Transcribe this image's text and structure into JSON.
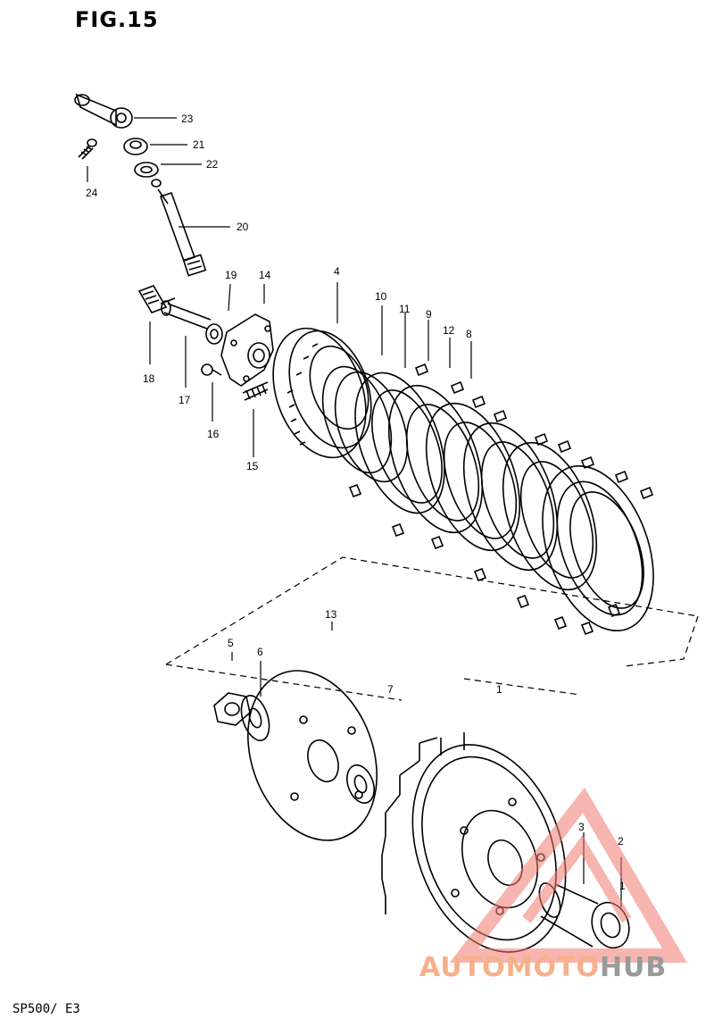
{
  "figure": {
    "title": "FIG.15",
    "footer": "SP500/ E3",
    "watermark": {
      "part1": "AUTOMOTO",
      "part2": "HUB",
      "color_primary": "#f07a6e",
      "color_text": "#f7b08a",
      "color_text2": "#9a9a9a"
    }
  },
  "labels": [
    {
      "id": "p23",
      "text": "23"
    },
    {
      "id": "p21",
      "text": "21"
    },
    {
      "id": "p22",
      "text": "22"
    },
    {
      "id": "p24",
      "text": "24"
    },
    {
      "id": "p20",
      "text": "20"
    },
    {
      "id": "p19",
      "text": "19"
    },
    {
      "id": "p14",
      "text": "14"
    },
    {
      "id": "p4",
      "text": "4"
    },
    {
      "id": "p10",
      "text": "10"
    },
    {
      "id": "p11",
      "text": "11"
    },
    {
      "id": "p9",
      "text": "9"
    },
    {
      "id": "p12",
      "text": "12"
    },
    {
      "id": "p8",
      "text": "8"
    },
    {
      "id": "p18",
      "text": "18"
    },
    {
      "id": "p17",
      "text": "17"
    },
    {
      "id": "p16",
      "text": "16"
    },
    {
      "id": "p15",
      "text": "15"
    },
    {
      "id": "p13",
      "text": "13"
    },
    {
      "id": "p5",
      "text": "5"
    },
    {
      "id": "p6",
      "text": "6"
    },
    {
      "id": "p7",
      "text": "7"
    },
    {
      "id": "p1",
      "text": "1"
    },
    {
      "id": "p3",
      "text": "3"
    },
    {
      "id": "p2",
      "text": "2"
    },
    {
      "id": "p1b",
      "text": "1"
    }
  ]
}
